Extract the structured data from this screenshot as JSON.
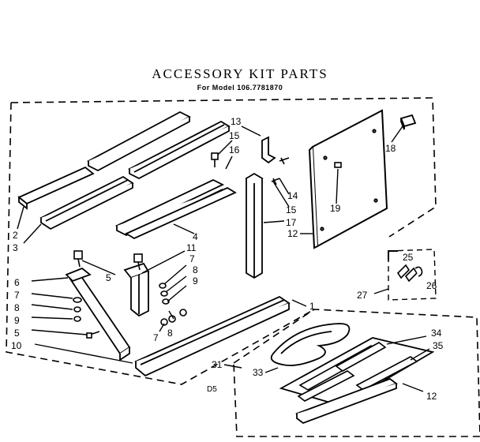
{
  "header": {
    "title": "ACCESSORY KIT PARTS",
    "model": "For Model 106.7781870"
  },
  "diagram_code": "D5",
  "callouts": [
    {
      "id": "c2",
      "label": "2"
    },
    {
      "id": "c3",
      "label": "3"
    },
    {
      "id": "c4",
      "label": "4"
    },
    {
      "id": "c5a",
      "label": "5"
    },
    {
      "id": "c5b",
      "label": "5"
    },
    {
      "id": "c6",
      "label": "6"
    },
    {
      "id": "c7a",
      "label": "7"
    },
    {
      "id": "c7b",
      "label": "7"
    },
    {
      "id": "c7c",
      "label": "7"
    },
    {
      "id": "c8a",
      "label": "8"
    },
    {
      "id": "c8b",
      "label": "8"
    },
    {
      "id": "c8c",
      "label": "8"
    },
    {
      "id": "c9a",
      "label": "9"
    },
    {
      "id": "c9b",
      "label": "9"
    },
    {
      "id": "c10",
      "label": "10"
    },
    {
      "id": "c11",
      "label": "11"
    },
    {
      "id": "c1",
      "label": "1"
    },
    {
      "id": "c13",
      "label": "13"
    },
    {
      "id": "c14",
      "label": "14"
    },
    {
      "id": "c15a",
      "label": "15"
    },
    {
      "id": "c15b",
      "label": "15"
    },
    {
      "id": "c16",
      "label": "16"
    },
    {
      "id": "c17",
      "label": "17"
    },
    {
      "id": "c12a",
      "label": "12"
    },
    {
      "id": "c18",
      "label": "18"
    },
    {
      "id": "c19",
      "label": "19"
    },
    {
      "id": "c25",
      "label": "25"
    },
    {
      "id": "c26",
      "label": "26"
    },
    {
      "id": "c27",
      "label": "27"
    },
    {
      "id": "c31",
      "label": "31"
    },
    {
      "id": "c33",
      "label": "33"
    },
    {
      "id": "c34",
      "label": "34"
    },
    {
      "id": "c35",
      "label": "35"
    },
    {
      "id": "c12b",
      "label": "12"
    }
  ]
}
